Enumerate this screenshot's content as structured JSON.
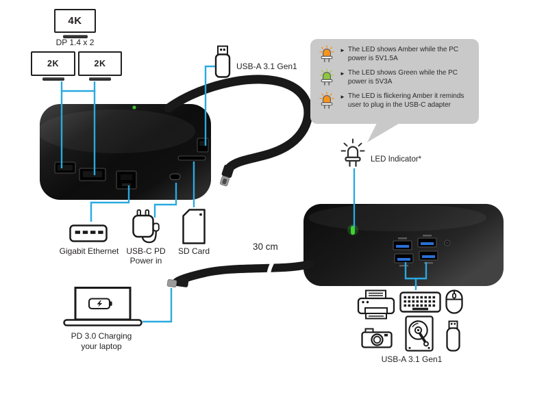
{
  "displays": {
    "monitor_4k": "4K",
    "dp_spec": "DP 1.4 x 2",
    "monitor_2k_a": "2K",
    "monitor_2k_b": "2K"
  },
  "host_port": {
    "usb_a_label": "USB-A 3.1 Gen1"
  },
  "bottom_ports": {
    "gigabit_ethernet": "Gigabit Ethernet",
    "usb_c_pd_line1": "USB-C PD",
    "usb_c_pd_line2": "Power in",
    "sd_card": "SD Card"
  },
  "cable": {
    "length_label": "30 cm"
  },
  "charging": {
    "line1": "PD 3.0 Charging",
    "line2": "your laptop"
  },
  "led": {
    "label": "LED Indicator*"
  },
  "peripherals": {
    "usb_a_label": "USB-A 3.1 Gen1"
  },
  "callout": {
    "bullet": "►",
    "items": [
      {
        "led": "amber",
        "text": "The LED shows Amber while the PC power is 5V1.5A"
      },
      {
        "led": "green",
        "text": "The LED shows Green while the PC power is 5V3A"
      },
      {
        "led": "amber-flicker",
        "text": "The LED is flickering Amber it reminds user to plug in the USB-C adapter"
      }
    ]
  },
  "icons": {
    "monitor-icon": "css-rect-outline",
    "usb-a-plug-icon": "svg-outline",
    "led-amber-icon": "#F7941E",
    "led-green-icon": "#8DC63F",
    "led-indicator-icon": "svg-outline",
    "ethernet-port-icon": "svg-outline",
    "power-adapter-icon": "svg-outline",
    "sd-card-icon": "svg-outline",
    "laptop-charging-icon": "svg-outline",
    "printer-icon": "svg-outline",
    "keyboard-icon": "svg-outline",
    "mouse-icon": "svg-outline",
    "camera-icon": "svg-outline",
    "hard-drive-icon": "svg-outline",
    "usb-stick-icon": "svg-outline"
  },
  "colors": {
    "connector_line": "#29A9E0",
    "callout_bg": "#C9C9C9",
    "led_amber": "#F7941E",
    "led_green": "#8DC63F",
    "dock_led_green": "#3FD435",
    "usb_port_blue": "#2A6FD6",
    "text": "#231F20"
  }
}
